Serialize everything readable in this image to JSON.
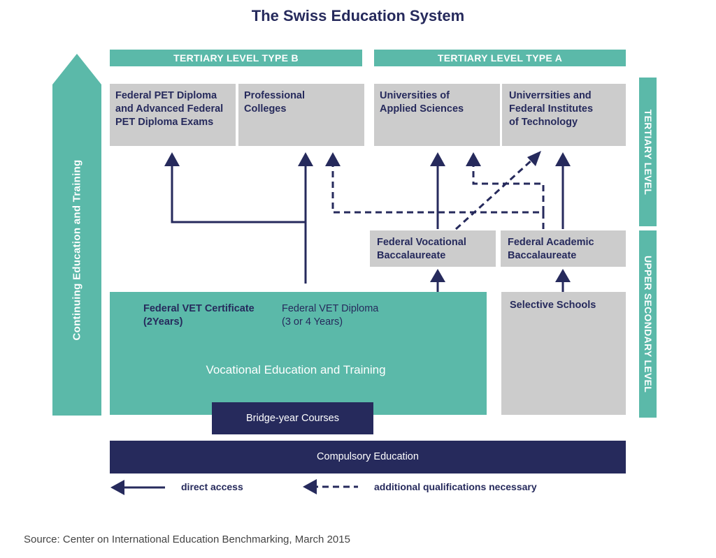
{
  "title": "The Swiss Education System",
  "colors": {
    "teal": "#5bb9a9",
    "grey": "#cccccc",
    "navy": "#262a5c"
  },
  "bands": {
    "tertiary_b": "TERTIARY LEVEL TYPE B",
    "tertiary_a": "TERTIARY LEVEL TYPE A"
  },
  "side_labels": {
    "tertiary": "TERTIARY LEVEL",
    "upper_secondary": "UPPER SECONDARY LEVEL",
    "continuing": "Continuing Education and Training"
  },
  "tertiary_boxes": {
    "pet": "Federal PET Diploma\nand Advanced Federal\nPET Diploma Exams",
    "professional": "Professional\nColleges",
    "uas": "Universities of\nApplied Sciences",
    "universities": "Univerrsities and\nFederal Institutes\nof Technology"
  },
  "bacc": {
    "vocational": "Federal Vocational\nBaccalaureate",
    "academic": "Federal Academic\nBaccalaureate"
  },
  "vet": {
    "certificate": "Federal VET Certificate\n(2Years)",
    "diploma": "Federal VET Diploma\n(3 or 4 Years)",
    "title": "Vocational Education and Training"
  },
  "selective": "Selective Schools",
  "bridge": "Bridge-year Courses",
  "compulsory": "Compulsory Education",
  "legend": {
    "direct": "direct access",
    "additional": "additional qualifications necessary"
  },
  "source": "Source: Center on International Education Benchmarking, March 2015"
}
